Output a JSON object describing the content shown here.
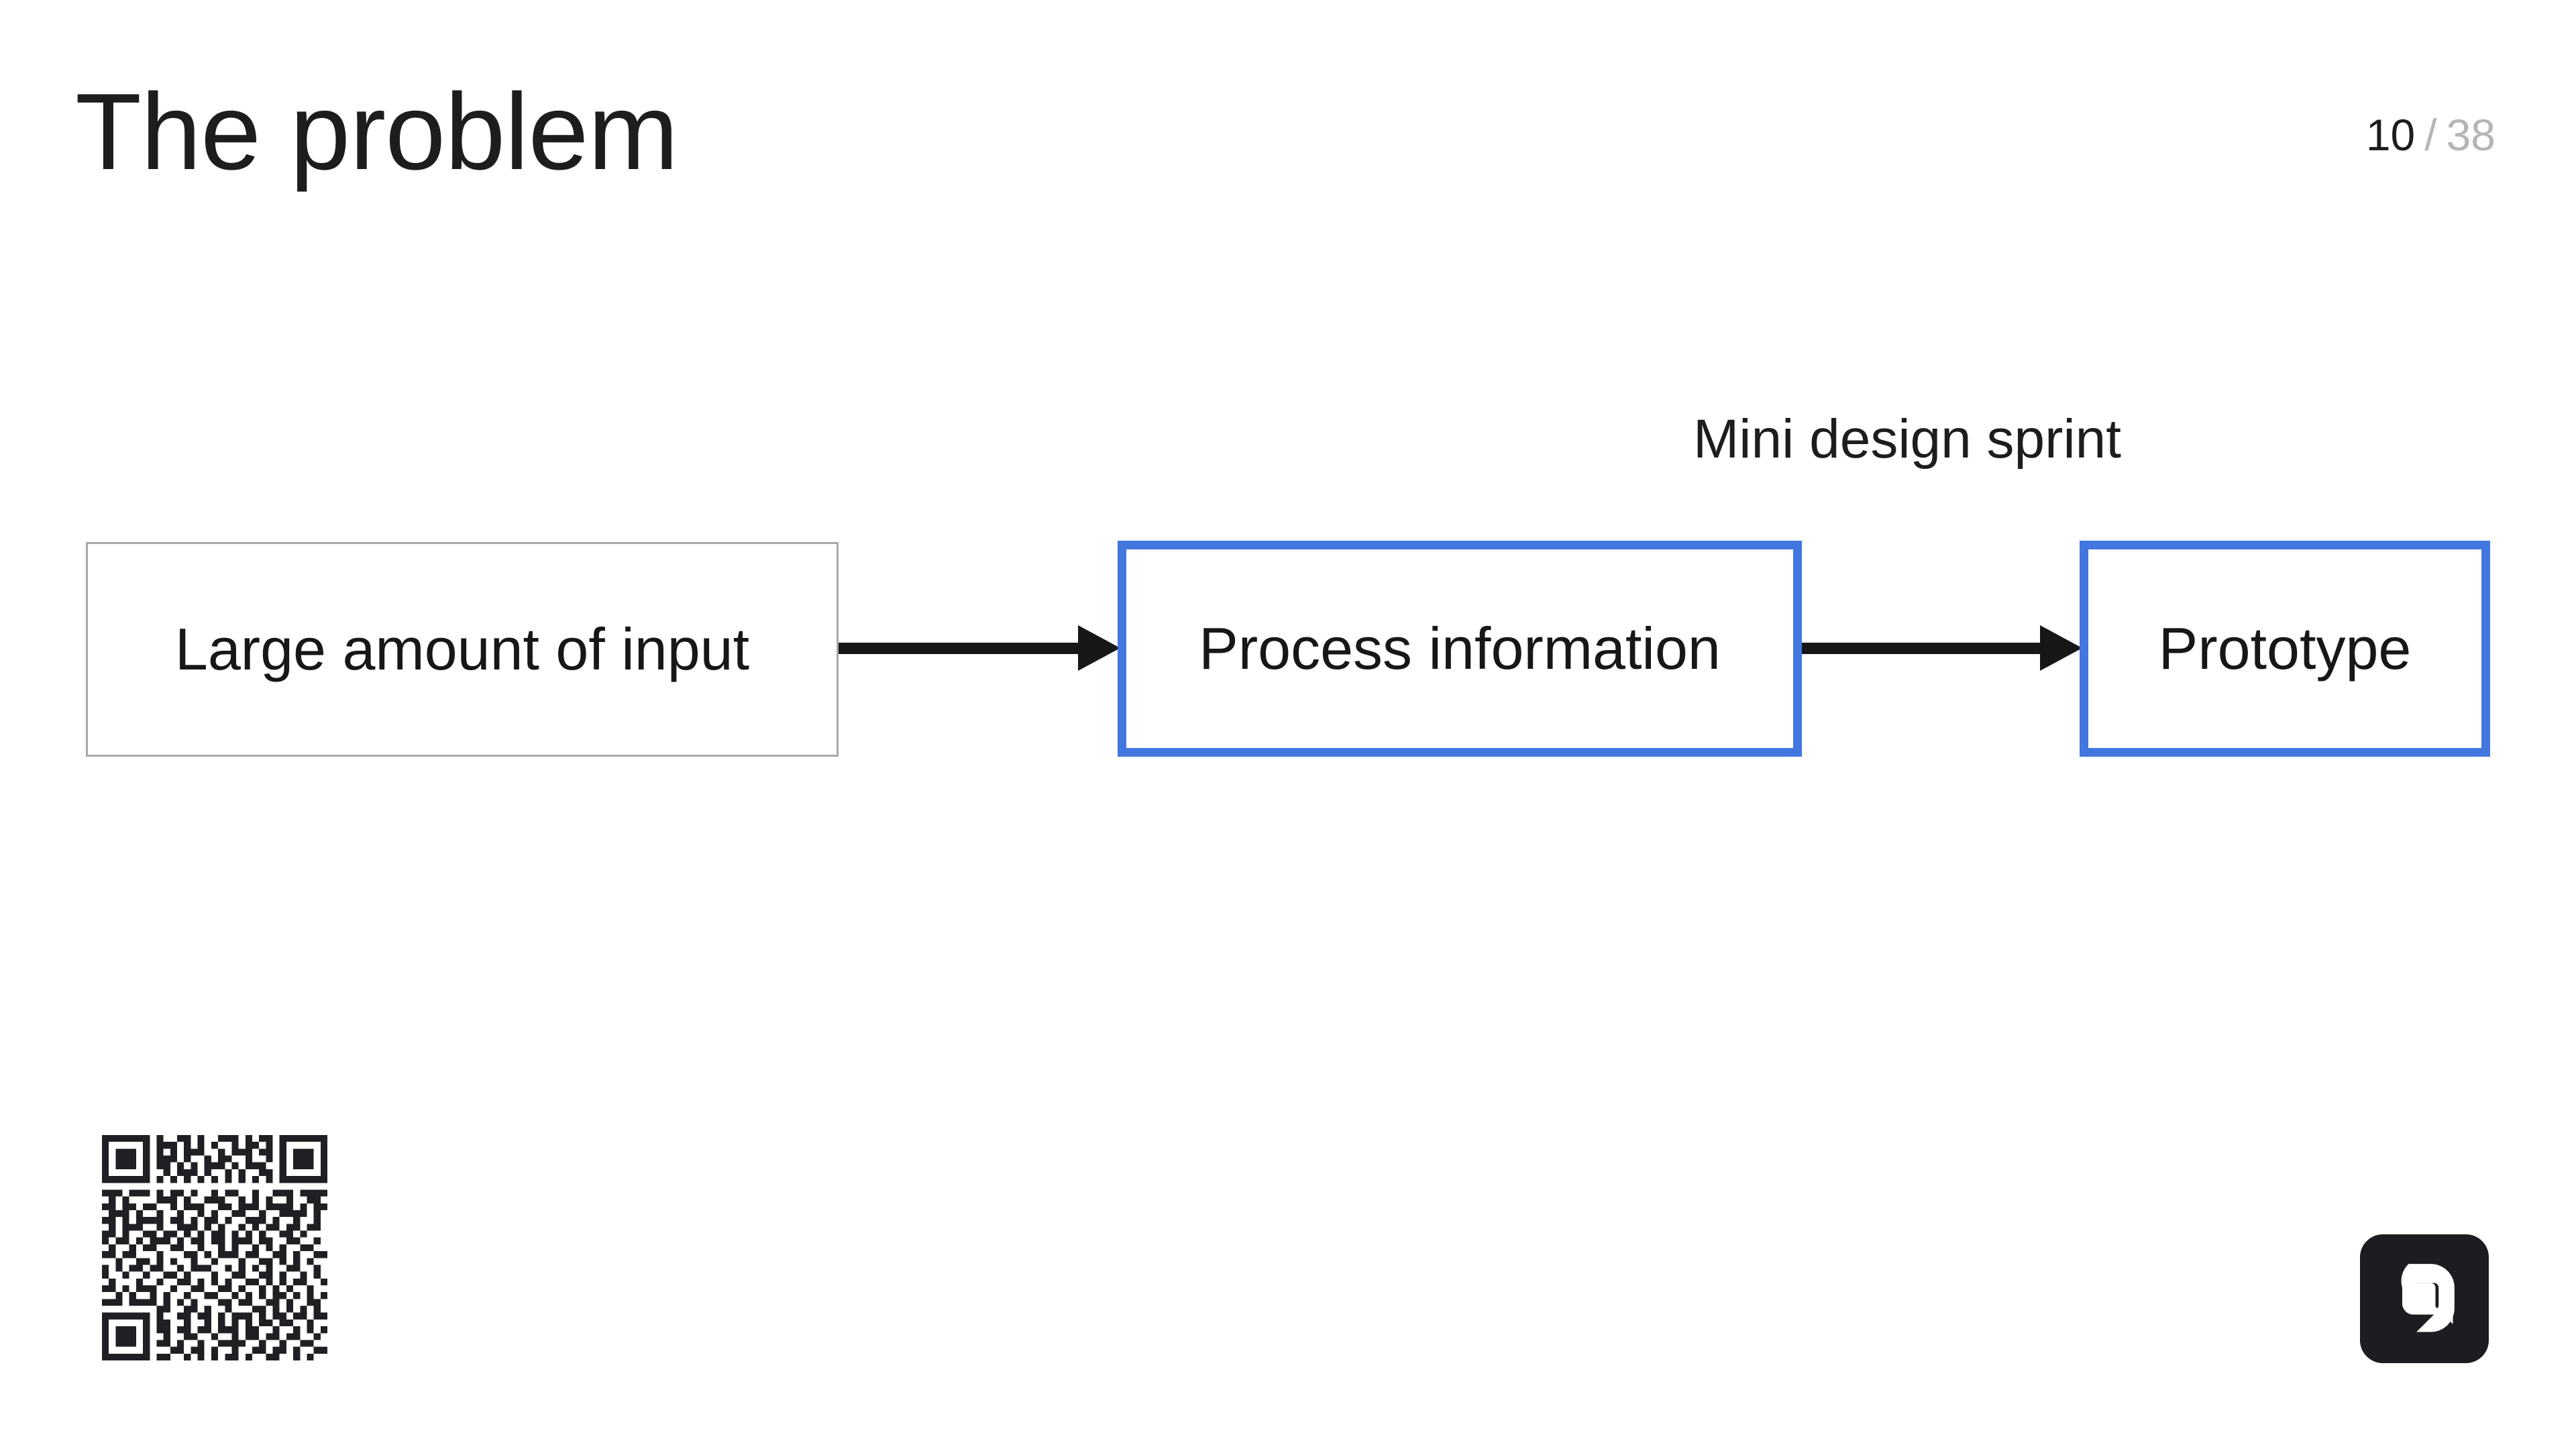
{
  "slide": {
    "title": "The problem",
    "counter": {
      "current": "10",
      "separator": "/",
      "total": "38"
    }
  },
  "diagram": {
    "type": "flow",
    "group_label": "Mini design sprint",
    "nodes": [
      {
        "id": "input",
        "label": "Large amount of input",
        "style": "plain",
        "border_color": "#a9a9a9"
      },
      {
        "id": "process",
        "label": "Process information",
        "style": "accent",
        "border_color": "#4277e0"
      },
      {
        "id": "prototype",
        "label": "Prototype",
        "style": "accent",
        "border_color": "#4277e0"
      }
    ],
    "connections": [
      {
        "from": "input",
        "to": "process",
        "kind": "arrow"
      },
      {
        "from": "process",
        "to": "prototype",
        "kind": "arrow"
      }
    ]
  },
  "footer": {
    "qr_code_name": "qr-code",
    "logo_name": "q-logo",
    "logo_background": "#1c1d21",
    "logo_foreground": "#ffffff"
  },
  "colors": {
    "background": "#ffffff",
    "text": "#1d1d1f",
    "muted_text": "#b5b5b5",
    "accent": "#4277e0",
    "plain_border": "#a9a9a9",
    "arrow": "#17171a"
  }
}
